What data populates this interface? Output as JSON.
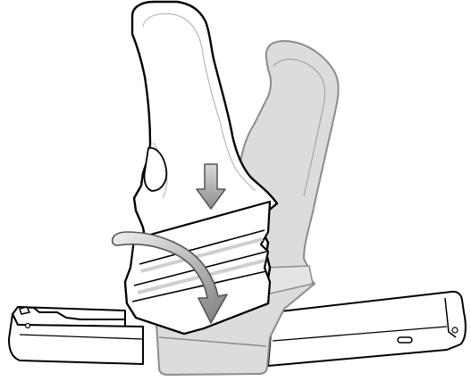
{
  "figure": {
    "kind": "installation-illustration",
    "colors": {
      "line": "#000000",
      "gray_line": "#8a8a8a",
      "ghost_fill": "#dcdcdc",
      "ghost_stroke": "#8c8c8c",
      "highlight": "#cfcfcf",
      "arrow_fill": "#b3b3b3",
      "arrow_shadow": "#6e6e6e",
      "background": "#ffffff"
    },
    "parts": [
      {
        "name": "cradle-base",
        "icon": "cradle-base-icon"
      },
      {
        "name": "handle-ghost-position",
        "icon": "handle-outline-icon"
      },
      {
        "name": "handle-active-position",
        "icon": "handle-icon"
      },
      {
        "name": "down-arrow",
        "icon": "arrow-down-icon"
      },
      {
        "name": "rotate-arrow",
        "icon": "curved-arrow-icon"
      }
    ]
  }
}
